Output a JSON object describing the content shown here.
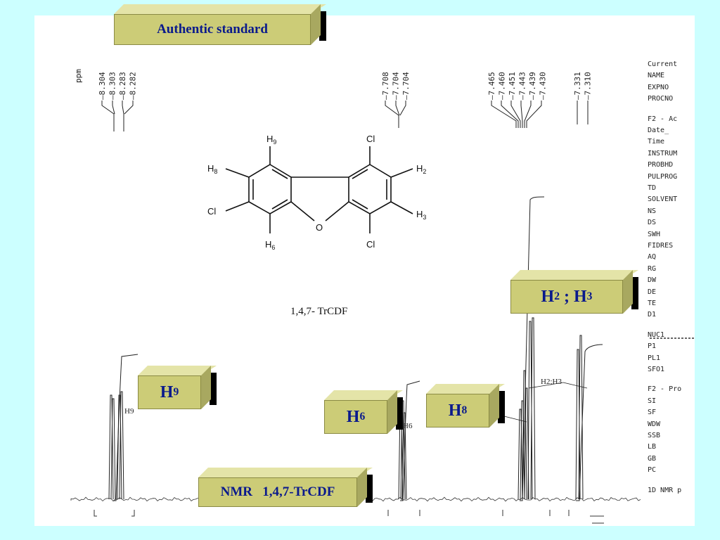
{
  "title_box": "Authentic standard",
  "nmr_box": "NMR   1,4,7-TrCDF",
  "labels": {
    "h9": {
      "letter": "H",
      "sub": "9"
    },
    "h6": {
      "letter": "H",
      "sub": "6"
    },
    "h8": {
      "letter": "H",
      "sub": "8"
    },
    "h2h3": {
      "a": "H",
      "a_sub": "2",
      "sep": " ; ",
      "b": "H",
      "b_sub": "3"
    }
  },
  "compound": {
    "name": "1,4,7- TrCDF",
    "atoms": [
      "H9",
      "Cl",
      "H8",
      "H2",
      "Cl",
      "O",
      "H3",
      "H6",
      "Cl"
    ]
  },
  "ppm_label": "ppm",
  "peak_groups": [
    [
      "8.304",
      "8.303",
      "8.283",
      "8.282"
    ],
    [
      "7.708",
      "7.704",
      "7.704"
    ],
    [
      "7.465",
      "7.460",
      "7.451",
      "7.443",
      "7.439",
      "7.430"
    ],
    [
      "7.331",
      "7.310"
    ]
  ],
  "spectrum_annotations": [
    "H9",
    "H6",
    "H2;H3"
  ],
  "parameters": [
    "Current",
    "NAME",
    "EXPNO",
    "PROCNO",
    "F2 - Ac",
    "Date_",
    "Time",
    "INSTRUM",
    "PROBHD",
    "PULPROG",
    "TD",
    "SOLVENT",
    "NS",
    "DS",
    "SWH",
    "FIDRES",
    "AQ",
    "RG",
    "DW",
    "DE",
    "TE",
    "D1",
    "NUC1",
    "P1",
    "PL1",
    "SFO1",
    "F2 - Pro",
    "SI",
    "SF",
    "WDW",
    "SSB",
    "LB",
    "GB",
    "PC",
    "1D NMR p"
  ],
  "colors": {
    "background": "#ccffff",
    "box_face": "#cccc77",
    "label_text": "#0a1a8c"
  }
}
